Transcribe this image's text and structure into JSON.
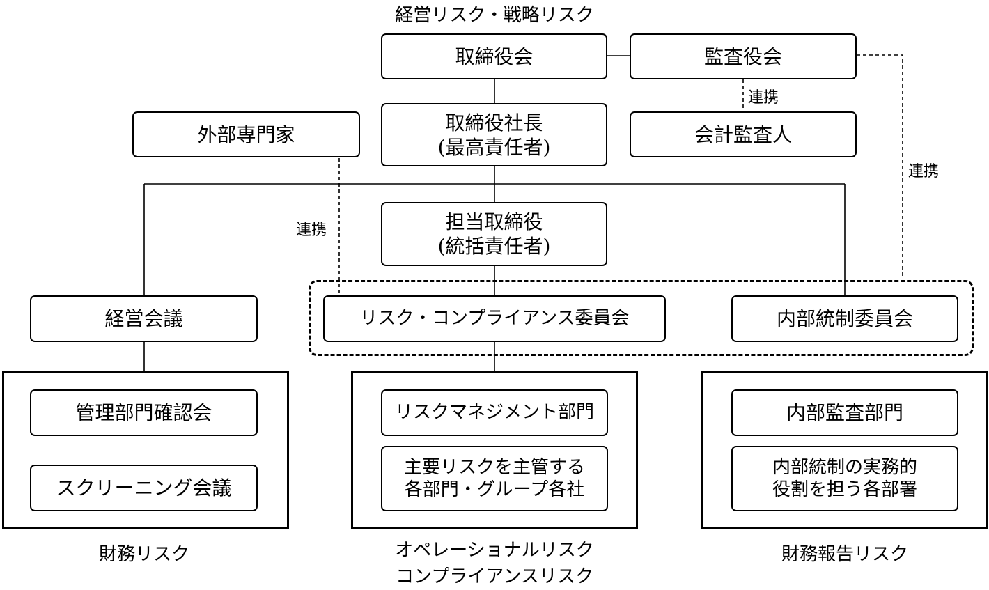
{
  "diagram": {
    "top_label": "経営リスク・戦略リスク",
    "nodes": {
      "board": "取締役会",
      "auditors": "監査役会",
      "president": "取締役社長\n(最高責任者)",
      "accounting_auditor": "会計監査人",
      "external_experts": "外部専門家",
      "officer_in_charge": "担当取締役\n(統括責任者)",
      "management_meeting": "経営会議",
      "risk_compliance_committee": "リスク・コンプライアンス委員会",
      "internal_control_committee": "内部統制委員会",
      "admin_review_meeting": "管理部門確認会",
      "screening_meeting": "スクリーニング会議",
      "risk_management_dept": "リスクマネジメント部門",
      "risk_owner_depts": "主要リスクを主管する\n各部門・グループ各社",
      "internal_audit_dept": "内部監査部門",
      "internal_control_depts": "内部統制の実務的\n役割を担う各部署"
    },
    "link_labels": {
      "auditors_to_accounting": "連携",
      "auditors_to_internal_control": "連携",
      "external_to_committee": "連携"
    },
    "group_labels": {
      "financial": "財務リスク",
      "operational": "オペレーショナルリスク\nコンプライアンスリスク",
      "financial_reporting": "財務報告リスク"
    }
  }
}
